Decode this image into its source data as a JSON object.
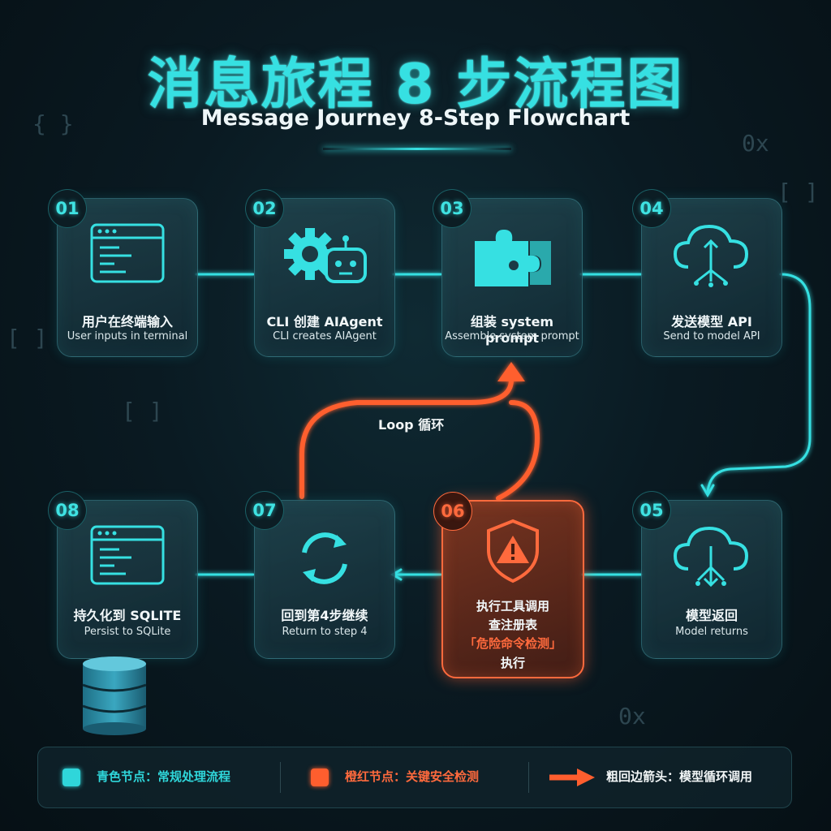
{
  "title": "消息旅程 8 步流程图",
  "subtitle": "Message Journey 8-Step Flowchart",
  "decorations": [
    "{ }",
    "0x",
    "[ ]",
    "[ ]",
    "[ ]",
    "0x"
  ],
  "steps": [
    {
      "num": "01",
      "zh": "用户在终端输入",
      "en": "User inputs in terminal",
      "icon": "terminal-window-icon"
    },
    {
      "num": "02",
      "zh": "CLI 创建 AIAgent",
      "en": "CLI creates AIAgent",
      "icon": "gear-robot-icon"
    },
    {
      "num": "03",
      "zh": "组装 system prompt",
      "en": "Assemble system prompt",
      "icon": "puzzle-icon"
    },
    {
      "num": "04",
      "zh": "发送模型 API",
      "en": "Send to model API",
      "icon": "cloud-upload-icon"
    },
    {
      "num": "05",
      "zh": "模型返回",
      "en": "Model returns",
      "icon": "cloud-download-icon"
    },
    {
      "num": "06",
      "lines": [
        "执行工具调用",
        "查注册表",
        "「危险命令检测」",
        "执行"
      ],
      "icon": "warning-shield-icon"
    },
    {
      "num": "07",
      "zh": "回到第4步继续",
      "en": "Return to step 4",
      "icon": "refresh-cycle-icon"
    },
    {
      "num": "08",
      "zh": "持久化到 SQLITE",
      "en": "Persist to SQLite",
      "icon": "terminal-window-icon"
    }
  ],
  "loop_label": "Loop 循环",
  "legend": [
    {
      "label": "青色节点：常规处理流程",
      "color": "#2fd6da"
    },
    {
      "label": "橙红节点：关键安全检测",
      "color": "#ff5e2e"
    },
    {
      "label": "粗回边箭头：模型循环调用",
      "color": "#ff5e2e"
    }
  ],
  "colors": {
    "cyan": "#36e0e2",
    "orange": "#ff6a3d",
    "background": "#0a1a22"
  }
}
